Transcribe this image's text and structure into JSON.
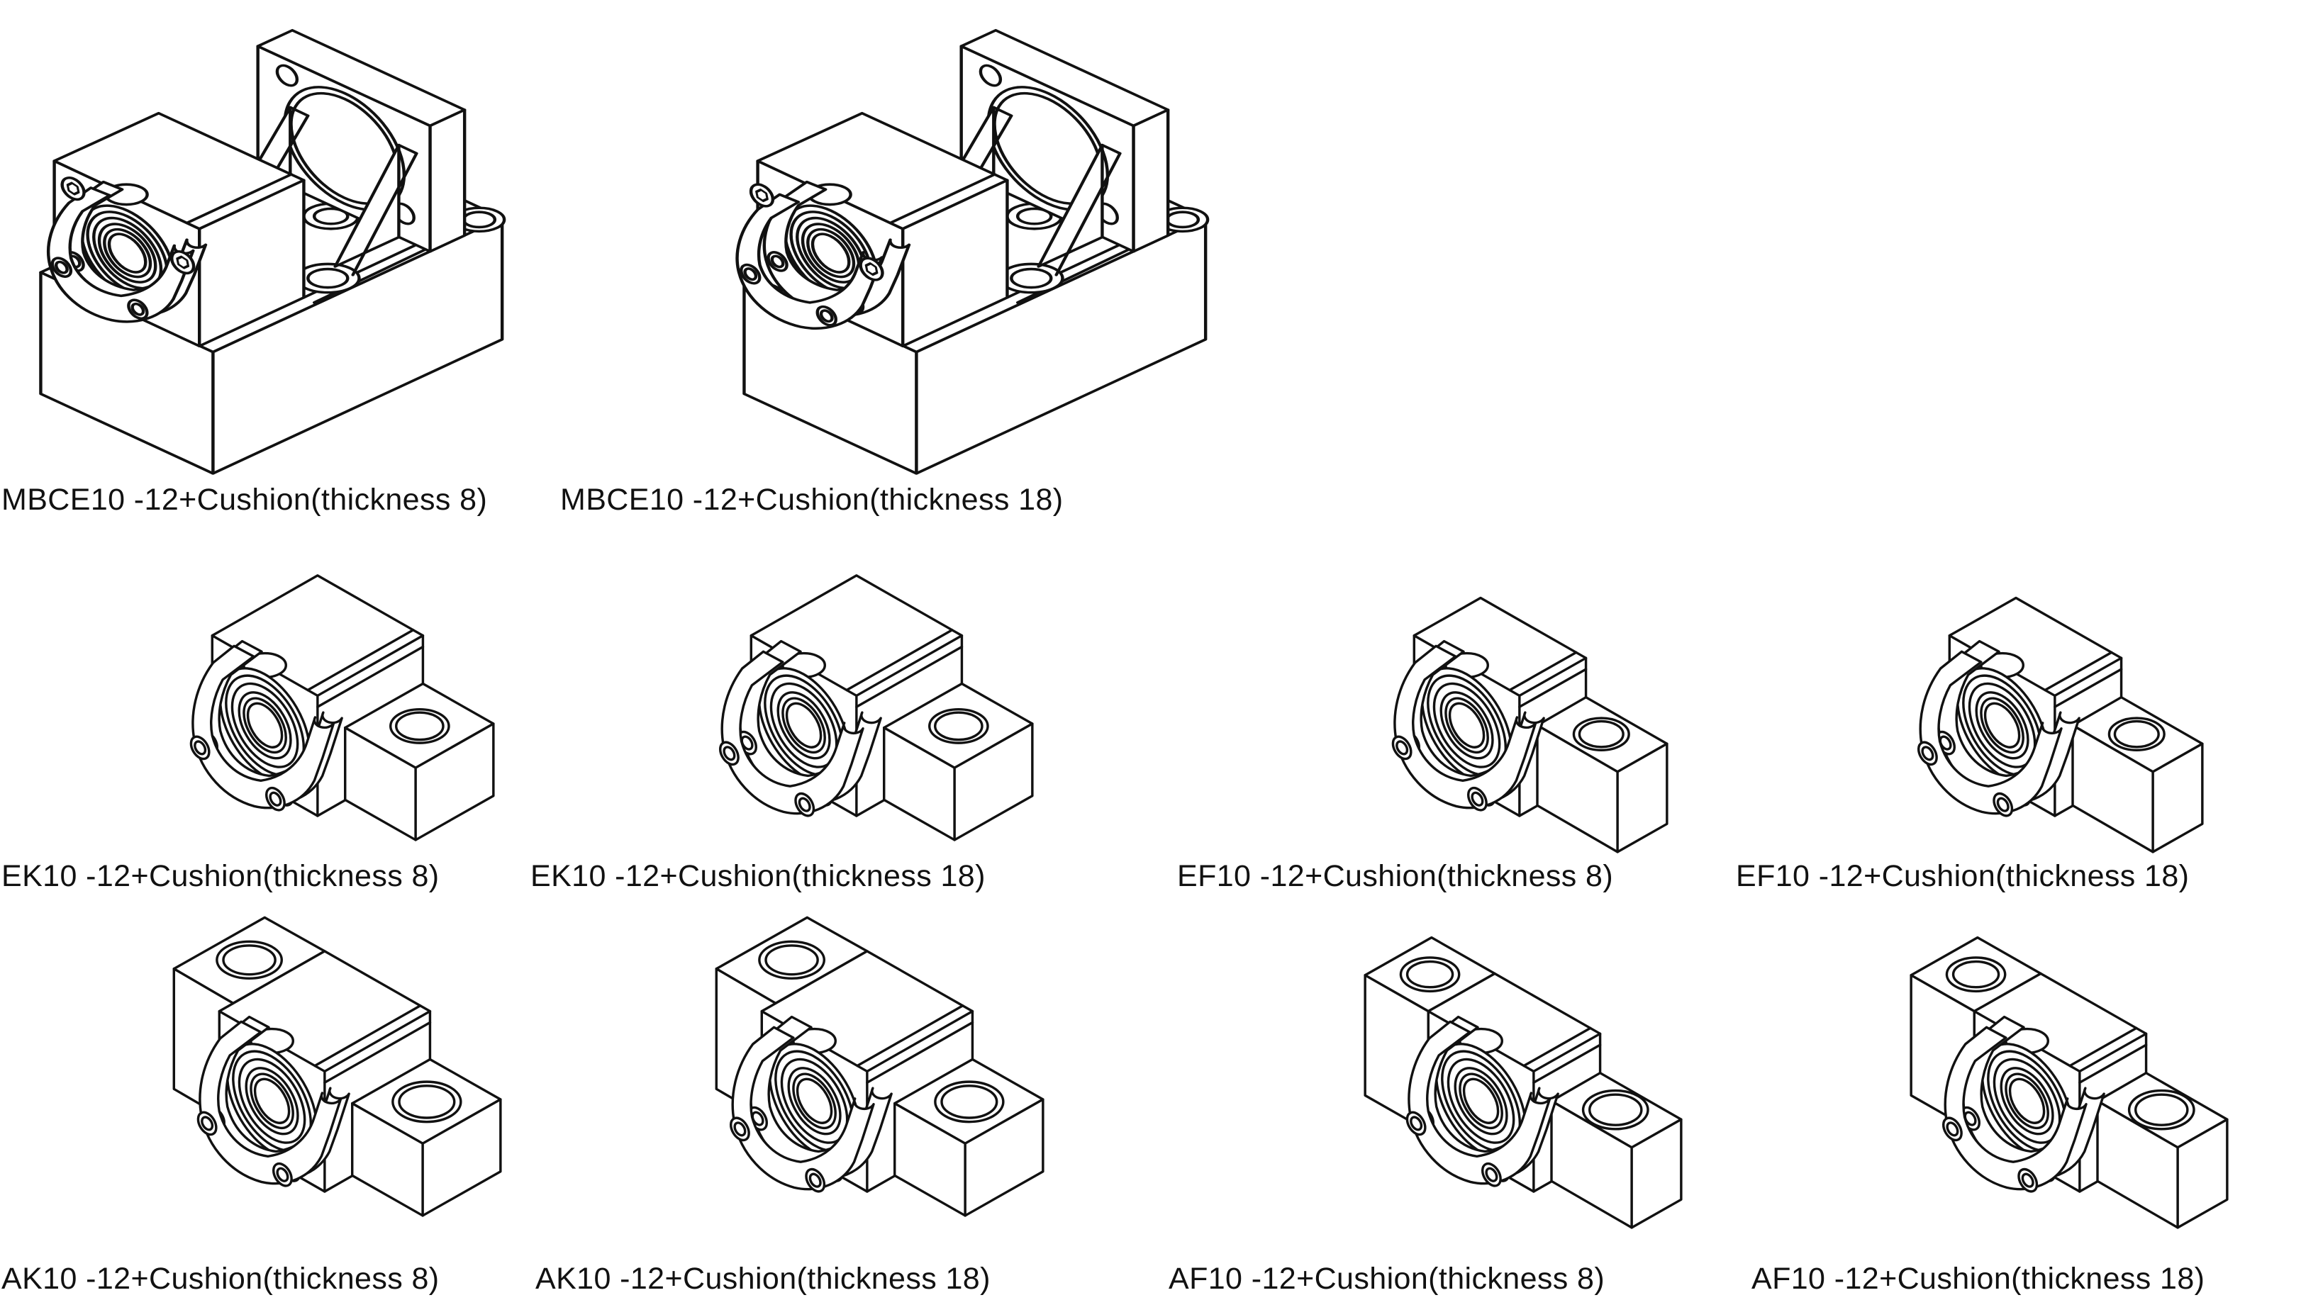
{
  "page": {
    "background_color": "#ffffff",
    "line_color": "#111111",
    "description": "Catalog sheet of isometric line drawings: ball screw support units with cushion spacers"
  },
  "figures": [
    {
      "id": "mbce10-t8",
      "label": "MBCE10 -12+Cushion(thickness 8)",
      "family": "MBCE10",
      "shaft": "-12",
      "cushion_thickness": 8
    },
    {
      "id": "mbce10-t18",
      "label": "MBCE10 -12+Cushion(thickness 18)",
      "family": "MBCE10",
      "shaft": "-12",
      "cushion_thickness": 18
    },
    {
      "id": "ek10-t8",
      "label": "EK10 -12+Cushion(thickness 8)",
      "family": "EK10",
      "shaft": "-12",
      "cushion_thickness": 8
    },
    {
      "id": "ek10-t18",
      "label": "EK10 -12+Cushion(thickness 18)",
      "family": "EK10",
      "shaft": "-12",
      "cushion_thickness": 18
    },
    {
      "id": "ef10-t8",
      "label": "EF10 -12+Cushion(thickness 8)",
      "family": "EF10",
      "shaft": "-12",
      "cushion_thickness": 8
    },
    {
      "id": "ef10-t18",
      "label": "EF10 -12+Cushion(thickness 18)",
      "family": "EF10",
      "shaft": "-12",
      "cushion_thickness": 18
    },
    {
      "id": "ak10-t8",
      "label": "AK10 -12+Cushion(thickness 8)",
      "family": "AK10",
      "shaft": "-12",
      "cushion_thickness": 8
    },
    {
      "id": "ak10-t18",
      "label": "AK10 -12+Cushion(thickness 18)",
      "family": "AK10",
      "shaft": "-12",
      "cushion_thickness": 18
    },
    {
      "id": "af10-t8",
      "label": "AF10 -12+Cushion(thickness 8)",
      "family": "AF10",
      "shaft": "-12",
      "cushion_thickness": 8
    },
    {
      "id": "af10-t18",
      "label": "AF10 -12+Cushion(thickness 18)",
      "family": "AF10",
      "shaft": "-12",
      "cushion_thickness": 18
    }
  ]
}
